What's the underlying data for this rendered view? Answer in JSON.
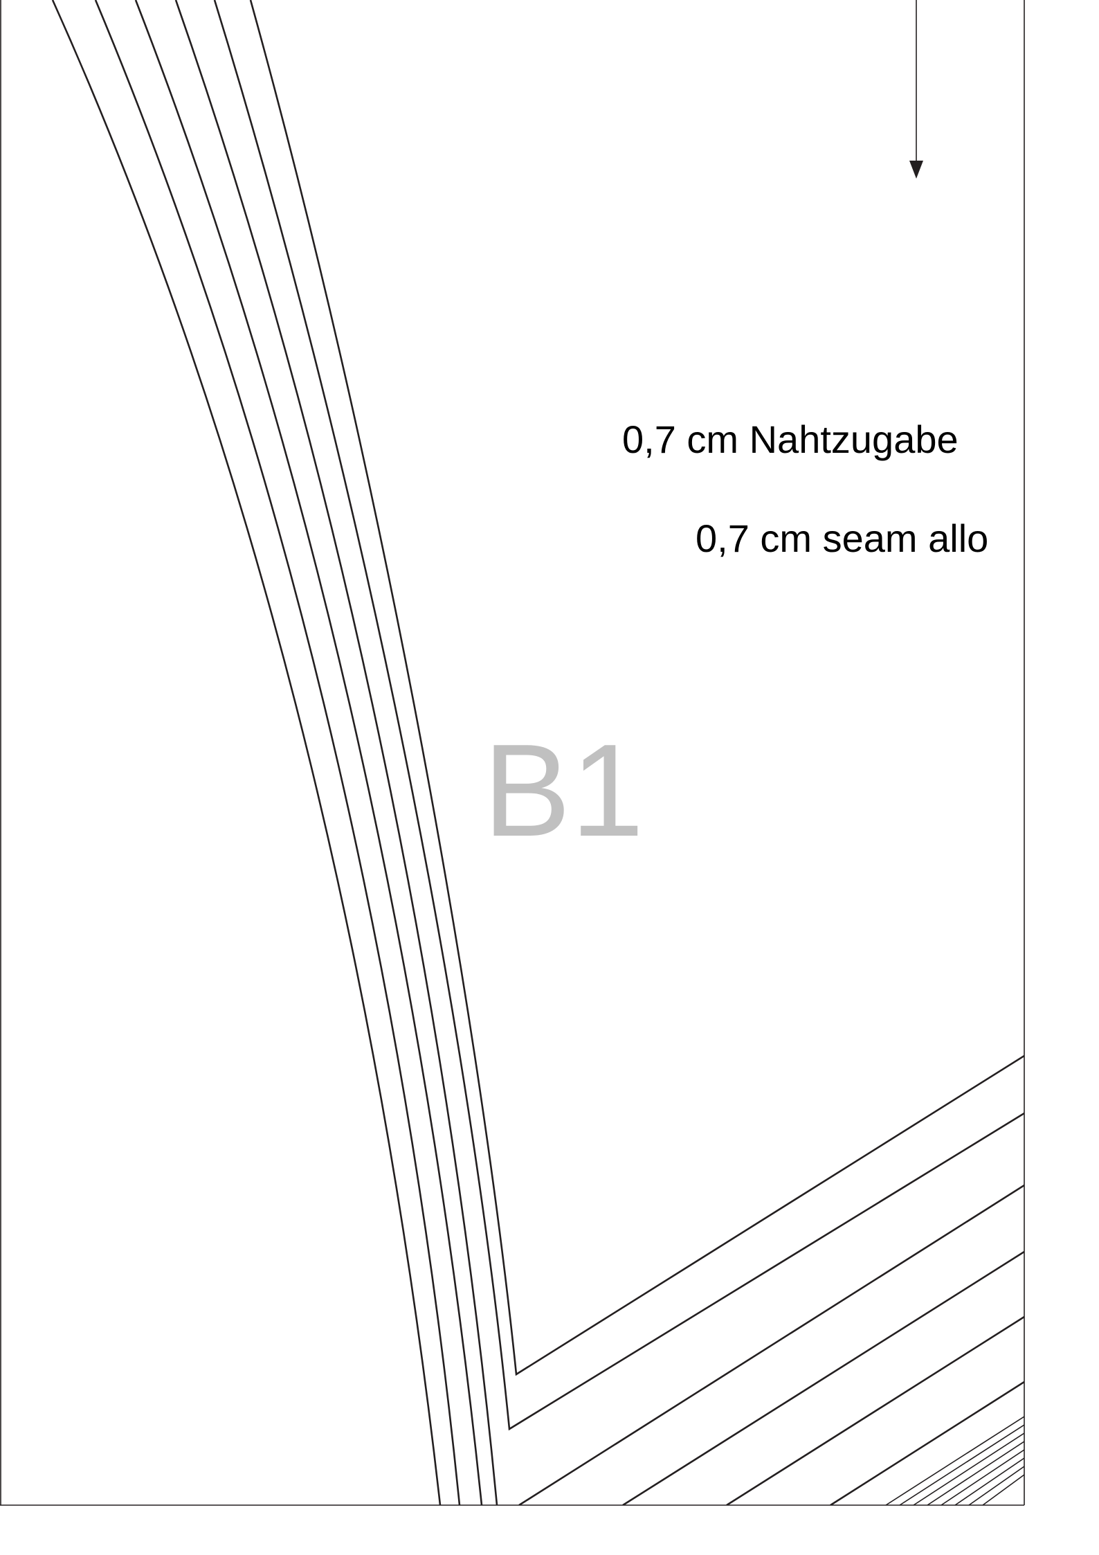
{
  "pattern_page": {
    "piece_id": "B1",
    "piece_id_color": "#c0c0c0",
    "line_color": "#231f20",
    "seam_allowance_de": "0,7 cm Nahtzugabe",
    "seam_allowance_en": "0,7 cm seam allo",
    "grainline_icon": "arrow-down-icon"
  }
}
